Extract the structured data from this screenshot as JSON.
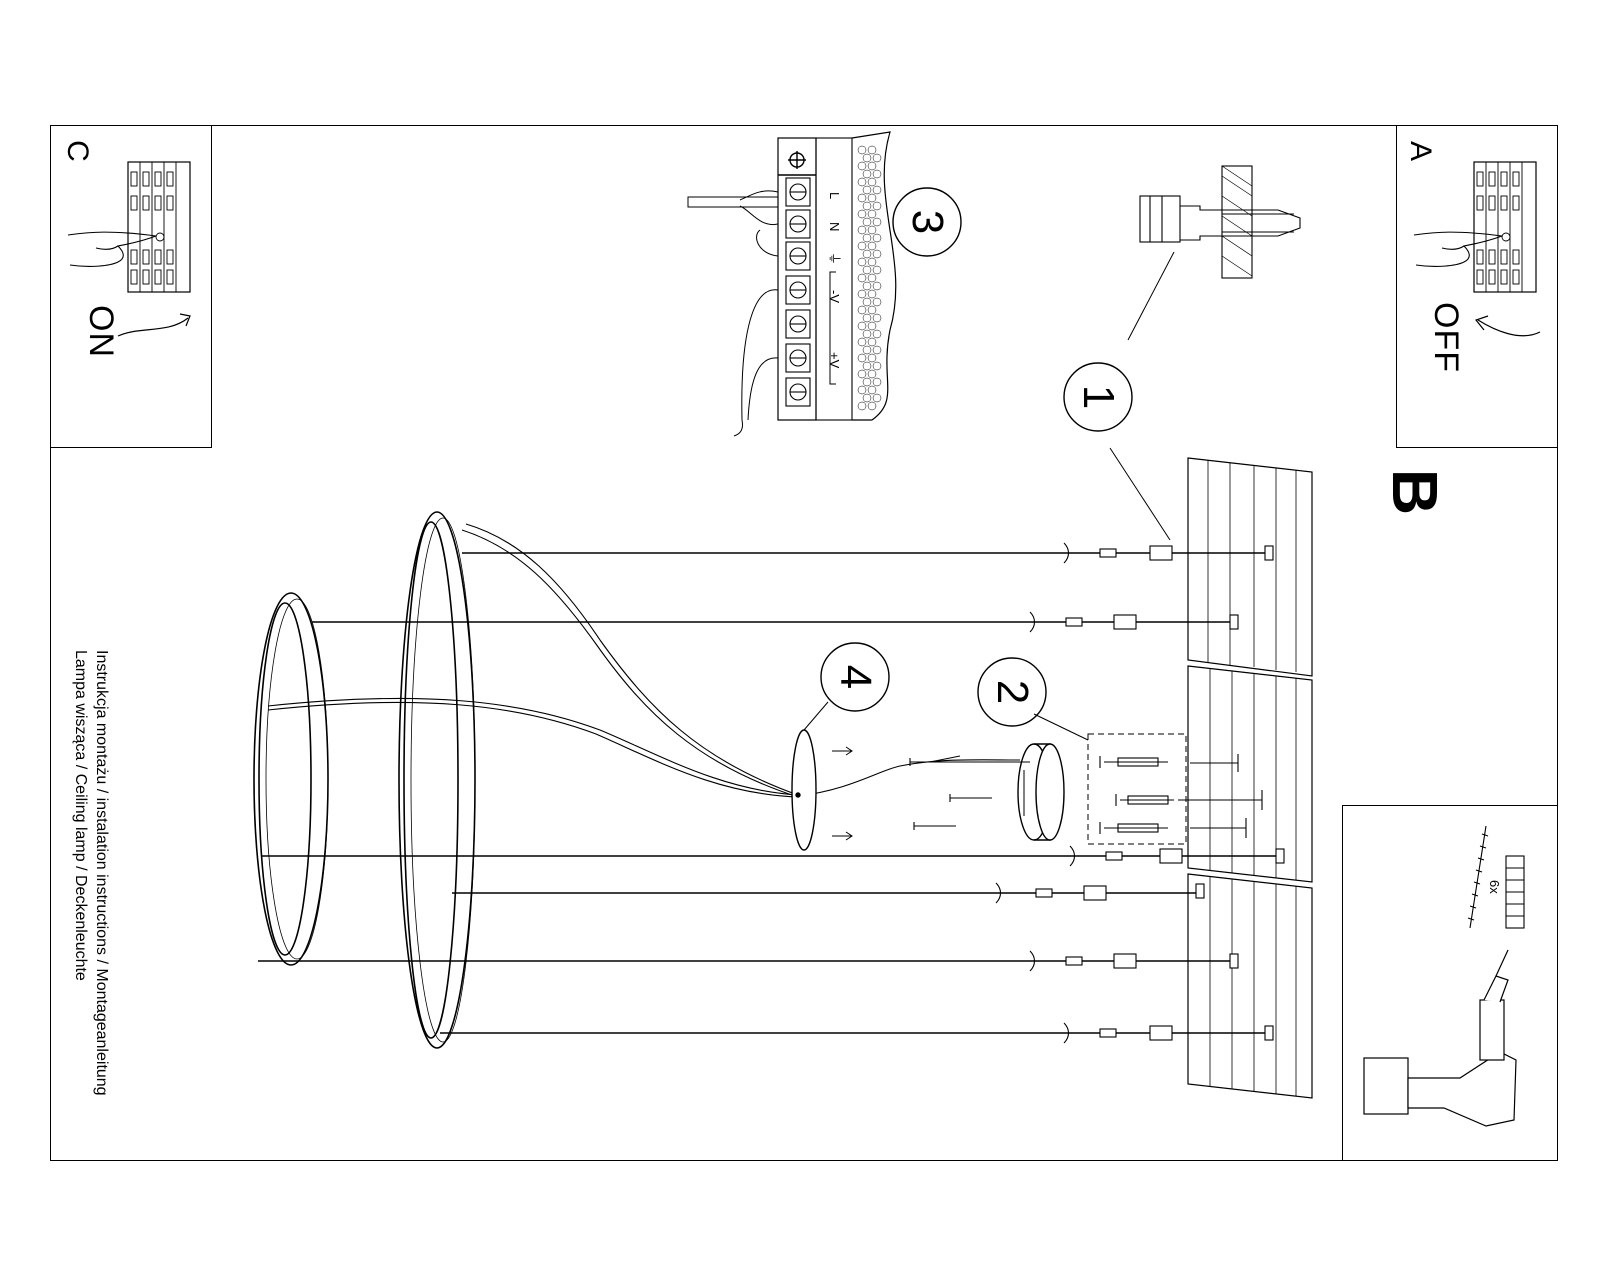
{
  "panels": {
    "a": {
      "letter": "A",
      "state": "OFF"
    },
    "b": {
      "letter": "B"
    },
    "c": {
      "letter": "C",
      "state": "ON"
    }
  },
  "steps": [
    "1",
    "2",
    "3",
    "4"
  ],
  "terminal_labels": [
    "L",
    "N",
    "⏚",
    "-V",
    "+V"
  ],
  "kit": {
    "quantity": "6x"
  },
  "title_lines": [
    "Instrukcja montażu / instalation instructions / Montageanleitung",
    "Lampa wisząca / Ceiling lamp / Deckenleuchte"
  ]
}
